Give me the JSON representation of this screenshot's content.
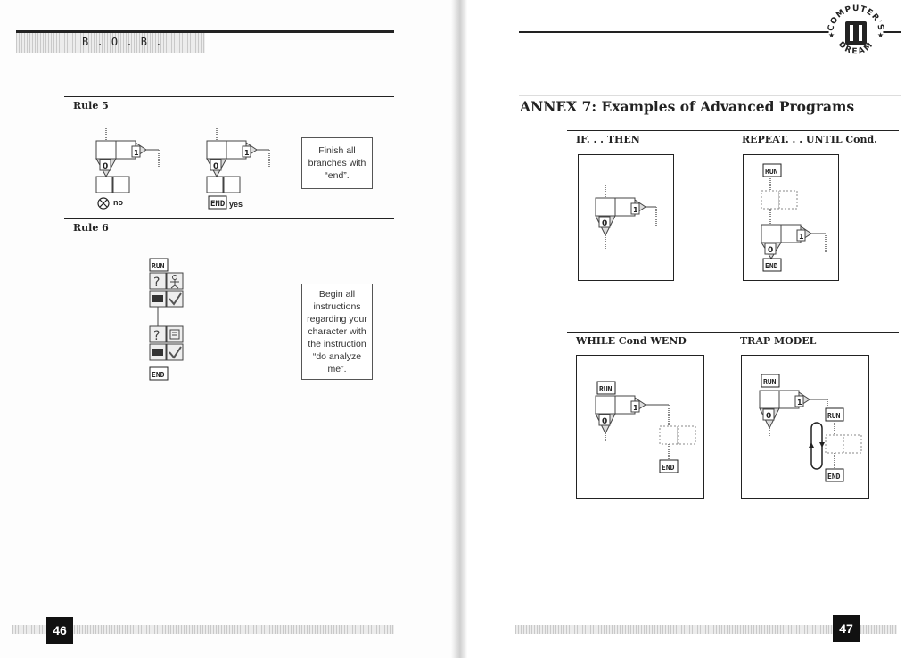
{
  "left_page": {
    "running_header": "B . O . B .",
    "rule5": {
      "title": "Rule 5",
      "no_caption": "no",
      "yes_caption": "yes",
      "branch_labels": {
        "zero": "0",
        "one": "1"
      },
      "end_block_label": "END",
      "note": "Finish all branches with “end”."
    },
    "rule6": {
      "title": "Rule 6",
      "run_label": "RUN",
      "end_label": "END",
      "note": "Begin all instructions regarding your character with the instruction “do analyze me”."
    },
    "page_number": "46"
  },
  "right_page": {
    "logo": {
      "top_text": "COMPUTER'S",
      "bottom_text": "DREAM"
    },
    "heading": "ANNEX 7: Examples of Advanced Programs",
    "examples": [
      {
        "title": "IF. . . THEN",
        "zero": "0",
        "one": "1"
      },
      {
        "title": "REPEAT. . . UNTIL Cond.",
        "run": "RUN",
        "zero": "0",
        "one": "1",
        "end": "END"
      },
      {
        "title": "WHILE Cond WEND",
        "run": "RUN",
        "zero": "0",
        "one": "1",
        "end": "END"
      },
      {
        "title": "TRAP MODEL",
        "run": "RUN",
        "run2": "RUN",
        "zero": "0",
        "one": "1",
        "end": "END"
      }
    ],
    "page_number": "47"
  },
  "colors": {
    "ink": "#222222",
    "page": "#fdfdfd",
    "hatch": "#c9c9c9"
  }
}
